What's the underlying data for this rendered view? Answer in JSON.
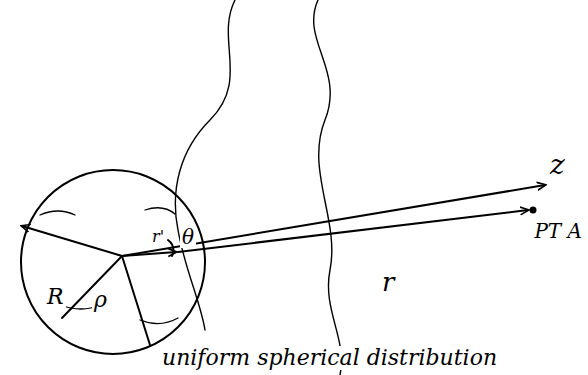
{
  "diagram": {
    "labels": [
      "z",
      "PT A",
      "r",
      "θ",
      "r'",
      "R",
      "ρ",
      "uniform spherical distribution"
    ]
  }
}
